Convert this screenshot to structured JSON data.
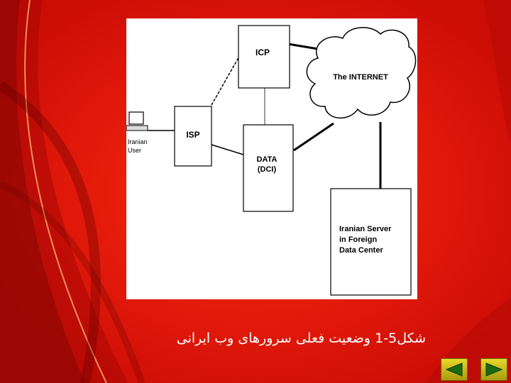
{
  "diagram": {
    "nodes": {
      "icp": "ICP",
      "internet": "The INTERNET",
      "isp": "ISP",
      "data_line1": "DATA",
      "data_line2": "(DCI)",
      "user_line1": "Iranian",
      "user_line2": "User",
      "server_line1": "Iranian Server",
      "server_line2": "in Foreign",
      "server_line3": "Data Center"
    }
  },
  "caption": "شکل5-1 وضعیت فعلی سرورهای وب ایرانی",
  "nav": {
    "prev_icon": "triangle-left-icon",
    "next_icon": "triangle-right-icon"
  },
  "colors": {
    "background": "#e8120a",
    "nav_button": "#d8c820"
  }
}
